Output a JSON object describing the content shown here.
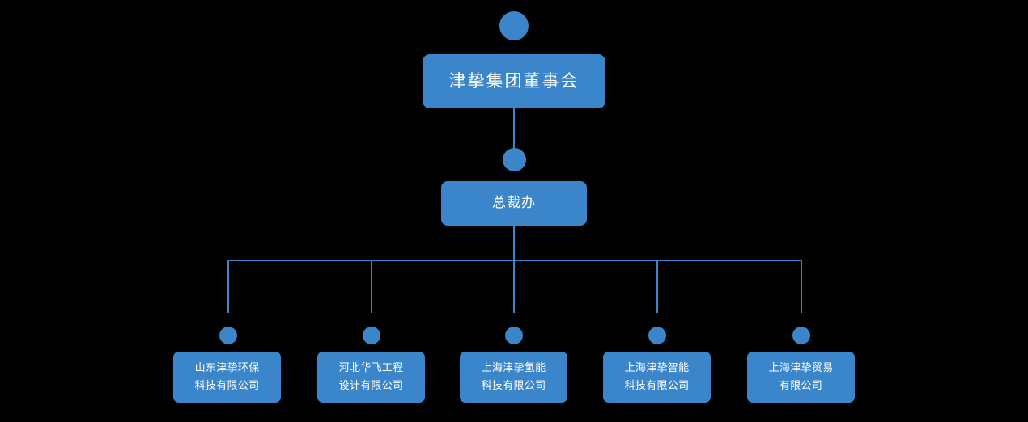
{
  "chart": {
    "type": "org-chart",
    "background_color": "#000000",
    "node_color": "#3b86ca",
    "text_color": "#ffffff",
    "connector_color": "#3b86ca",
    "levels": 3,
    "nodes": [
      {
        "id": "board",
        "label": "津挚集团董事会",
        "level": 1,
        "has_dot": true,
        "parent": null
      },
      {
        "id": "president-office",
        "label": "总裁办",
        "level": 2,
        "has_dot": true,
        "parent": "board"
      },
      {
        "id": "shandong-env",
        "label": "山东津挚环保\n科技有限公司",
        "level": 3,
        "has_dot": true,
        "parent": "president-office"
      },
      {
        "id": "hebei-huafei",
        "label": "河北华飞工程\n设计有限公司",
        "level": 3,
        "has_dot": true,
        "parent": "president-office"
      },
      {
        "id": "shanghai-hydrogen",
        "label": "上海津挚氢能\n科技有限公司",
        "level": 3,
        "has_dot": true,
        "parent": "president-office"
      },
      {
        "id": "shanghai-smart",
        "label": "上海津挚智能\n科技有限公司",
        "level": 3,
        "has_dot": true,
        "parent": "president-office"
      },
      {
        "id": "shanghai-trade",
        "label": "上海津挚贸易\n有限公司",
        "level": 3,
        "has_dot": true,
        "parent": "president-office"
      }
    ]
  }
}
